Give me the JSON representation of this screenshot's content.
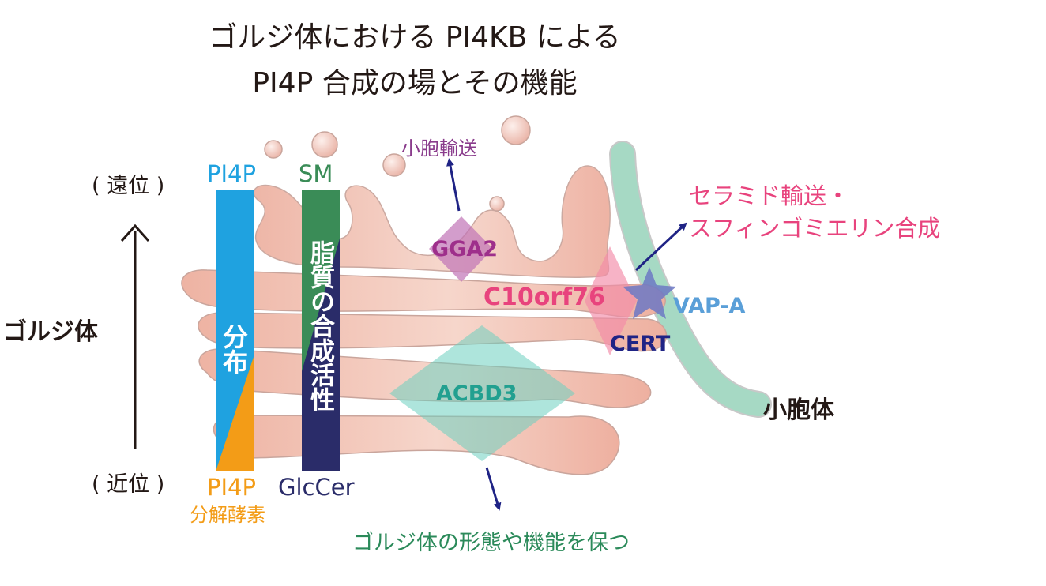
{
  "title": {
    "line1": "ゴルジ体における PI4KB による",
    "line2": "PI4P 合成の場とその機能"
  },
  "axis": {
    "top": "( 遠位 )",
    "bottom": "( 近位 )",
    "side": "ゴルジ体"
  },
  "bars": {
    "pi4p_top": "PI4P",
    "pi4p_bottom": "PI4P",
    "pi4p_bottom_sub": "分解酵素",
    "pi4p_vertical": "分布",
    "sm_top": "SM",
    "glccer_bottom": "GlcCer",
    "lipid_vertical": "脂質の合成活性"
  },
  "labels": {
    "vesicle_transport": "小胞輸送",
    "gga2": "GGA2",
    "c10orf76": "C10orf76",
    "vap_a": "VAP-A",
    "cert": "CERT",
    "acbd3": "ACBD3",
    "er": "小胞体",
    "ceramide_line1": "セラミド輸送・",
    "ceramide_line2": "スフィンゴミエリン合成",
    "golgi_function": "ゴルジ体の形態や機能を保つ"
  },
  "colors": {
    "pi4p_blue": "#1fa2e0",
    "pi4p_orange": "#f39c17",
    "sm_green": "#3a8c57",
    "glccer_navy": "#2a2c69",
    "gga2_purple": "#9e2f8b",
    "c10orf76_pink": "#e8437d",
    "vap_a_blue": "#5a9fd8",
    "cert_navy": "#1f2385",
    "acbd3_teal": "#22a090",
    "er_green": "#8ccfb4",
    "golgi_pink": "#efb8a8",
    "arrow_navy": "#1f2385"
  }
}
